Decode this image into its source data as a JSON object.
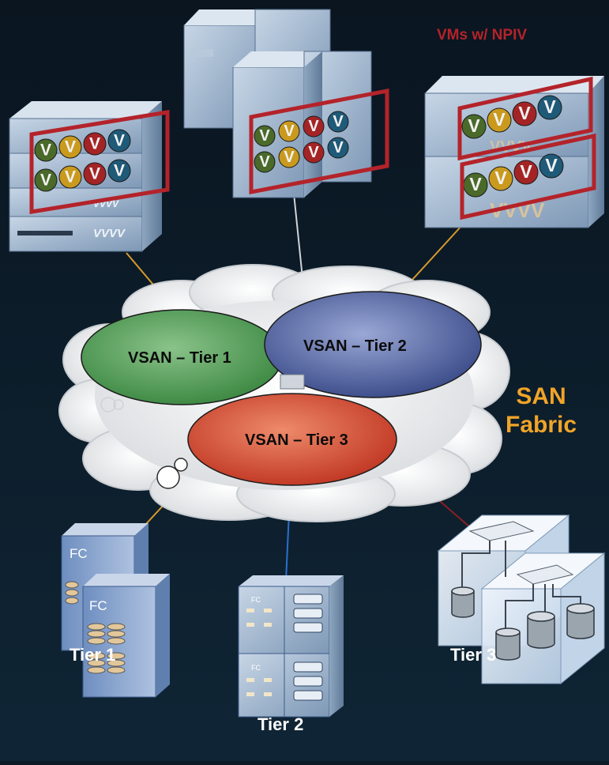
{
  "diagram": {
    "vms_label": "VMs w/ NPIV",
    "fabric_label_line1": "SAN",
    "fabric_label_line2": "Fabric",
    "vsans": [
      {
        "label": "VSAN – Tier 1",
        "color": "#3f8a45"
      },
      {
        "label": "VSAN – Tier 2",
        "color": "#3f4f8c"
      },
      {
        "label": "VSAN – Tier 3",
        "color": "#c23a26"
      }
    ],
    "storage": [
      {
        "label": "Tier 1",
        "badge": "FC"
      },
      {
        "label": "Tier 2",
        "badge": "FC"
      },
      {
        "label": "Tier 3"
      }
    ],
    "vm_glyph": "V",
    "vm_colors": [
      "#4a6a2a",
      "#c99a1e",
      "#a42426",
      "#1f5a78"
    ],
    "link_colors": {
      "tier1": "#d89a2a",
      "tier2": "#2a6fd0",
      "tier3": "#8a1f22",
      "hosts": "#d89a2a",
      "center": "#d0d4d8"
    }
  }
}
